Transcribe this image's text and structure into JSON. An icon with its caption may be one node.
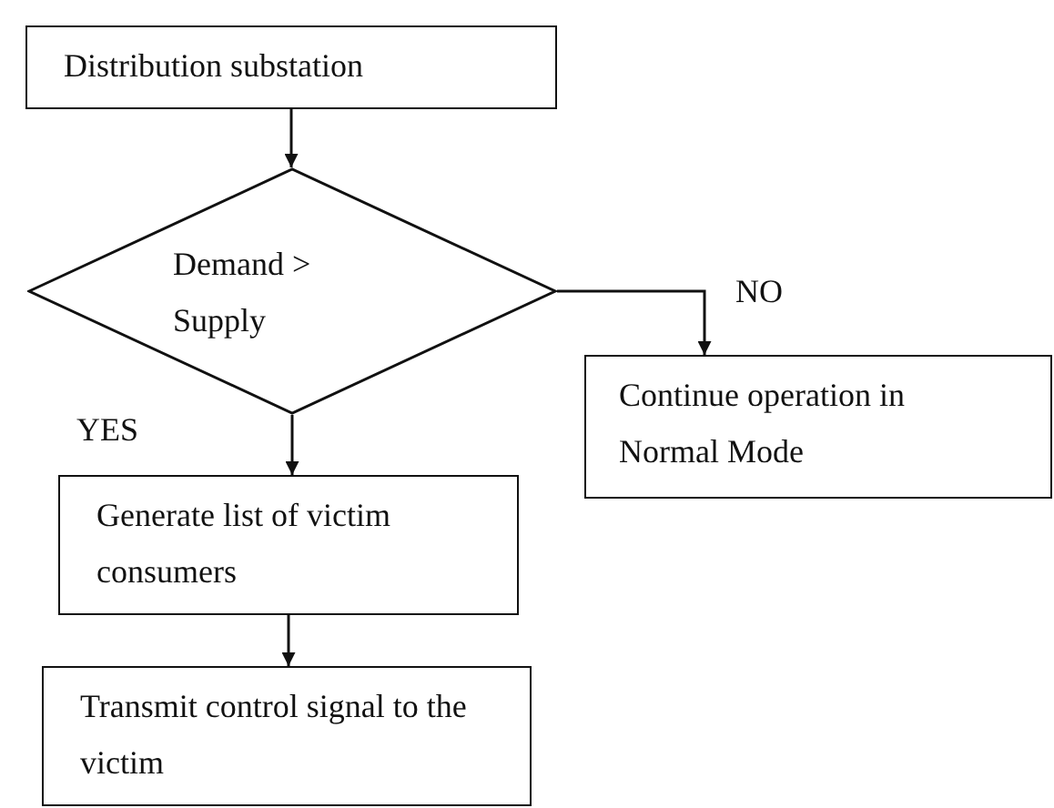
{
  "diagram": {
    "nodes": [
      {
        "text": [
          "Distribution substation"
        ]
      },
      {
        "text": [
          "Demand > Supply"
        ]
      },
      {
        "text": [
          "Continue operation in Normal Mode"
        ]
      },
      {
        "text": [
          "Generate list of victim consumers"
        ]
      },
      {
        "text": [
          "Transmit control signal to the victim"
        ]
      }
    ],
    "edges": [
      {
        "from": 0,
        "to": 1,
        "arrow": "to"
      },
      {
        "from": 1,
        "to": 2,
        "arrow": "to",
        "label": "NO"
      },
      {
        "from": 1,
        "to": 3,
        "arrow": "to",
        "label": "YES"
      },
      {
        "from": 3,
        "to": 4,
        "arrow": "to"
      }
    ]
  }
}
